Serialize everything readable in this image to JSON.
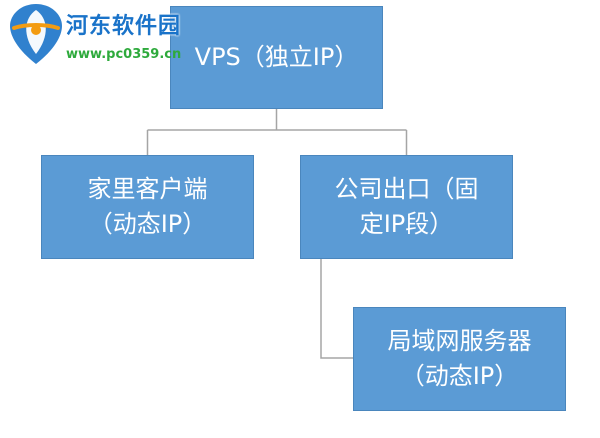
{
  "diagram": {
    "root": {
      "label": "VPS（独立IP）"
    },
    "home_client": {
      "line1": "家里客户端",
      "line2": "（动态IP）"
    },
    "office_exit": {
      "line1": "公司出口（固",
      "line2": "定IP段）"
    },
    "lan_server": {
      "line1": "局域网服务器",
      "line2": "（动态IP）"
    }
  },
  "watermark": {
    "site_name": "河东软件园",
    "url": "www.pc0359.cn"
  },
  "colors": {
    "node_fill": "#5b9bd5",
    "node_border": "#4a86bd",
    "node_text": "#ffffff",
    "connector": "#a5a5a5",
    "watermark_name": "#1a73c9",
    "watermark_url": "#2eaa3c"
  }
}
